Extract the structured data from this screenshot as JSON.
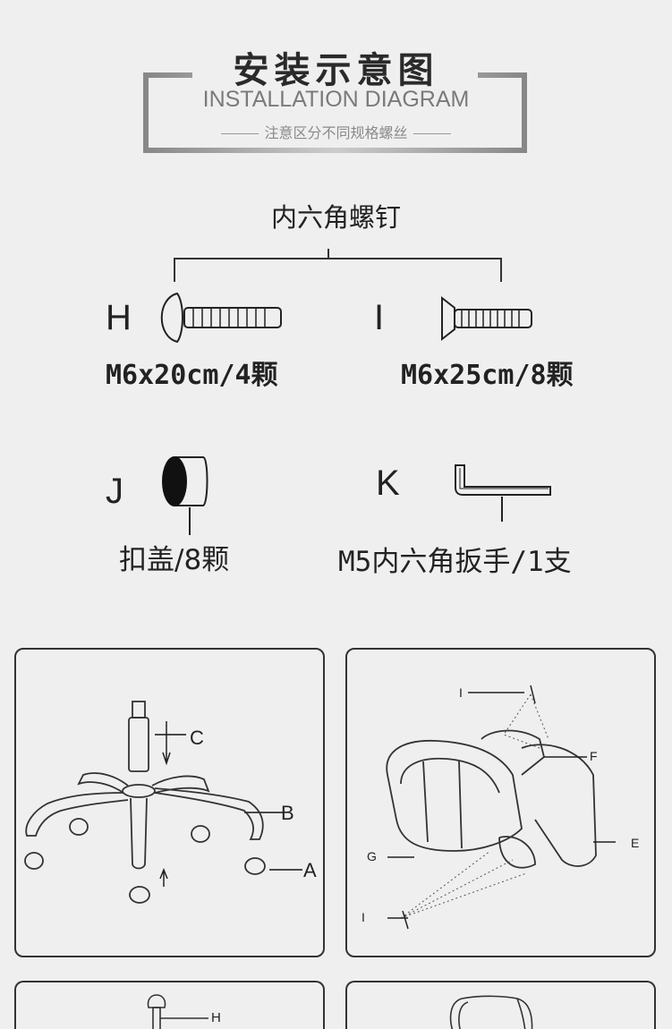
{
  "header": {
    "title": "安装示意图",
    "subtitle_en": "INSTALLATION DIAGRAM",
    "note": "注意区分不同规格螺丝"
  },
  "screw_group": {
    "label": "内六角螺钉"
  },
  "parts": [
    {
      "letter": "H",
      "spec": "M6x20cm/4颗",
      "icon": "round-head-screw-icon"
    },
    {
      "letter": "I",
      "spec": "M6x25cm/8颗",
      "icon": "flat-head-screw-icon"
    },
    {
      "letter": "J",
      "spec": "扣盖/8颗",
      "icon": "screw-cap-icon"
    },
    {
      "letter": "K",
      "spec": "M5内六角扳手/1支",
      "icon": "hex-key-icon"
    }
  ],
  "steps": [
    {
      "labels": [
        "C",
        "B",
        "A"
      ]
    },
    {
      "labels": [
        "I",
        "F",
        "G",
        "E",
        "I"
      ]
    },
    {
      "labels": [
        "H"
      ]
    },
    {
      "labels": []
    }
  ]
}
